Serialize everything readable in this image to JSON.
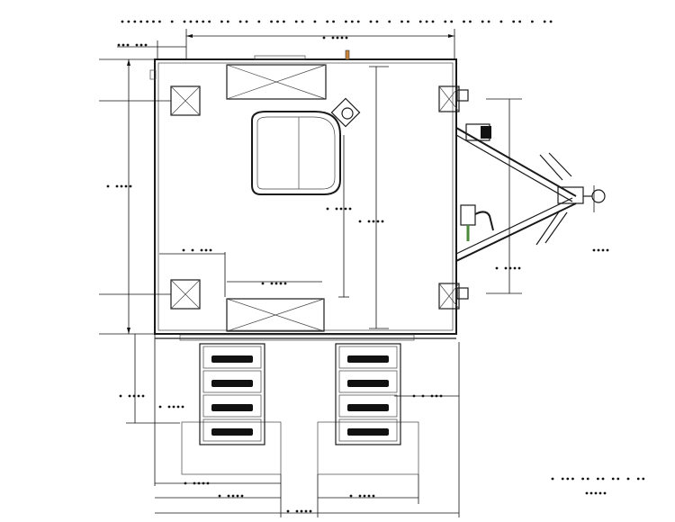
{
  "drawing": {
    "title_label": "",
    "view_description": ""
  },
  "colors": {
    "line": "#1a1a1a",
    "step_tread": "#111111",
    "background": "#ffffff"
  },
  "elements": {
    "trailer_body": "trailer-body-outline",
    "roof_hatch": "roof-hatch-window",
    "stabilizer_jacks": 4,
    "ac_units": 2,
    "step_sets": 2,
    "treads_per_step": 4
  }
}
